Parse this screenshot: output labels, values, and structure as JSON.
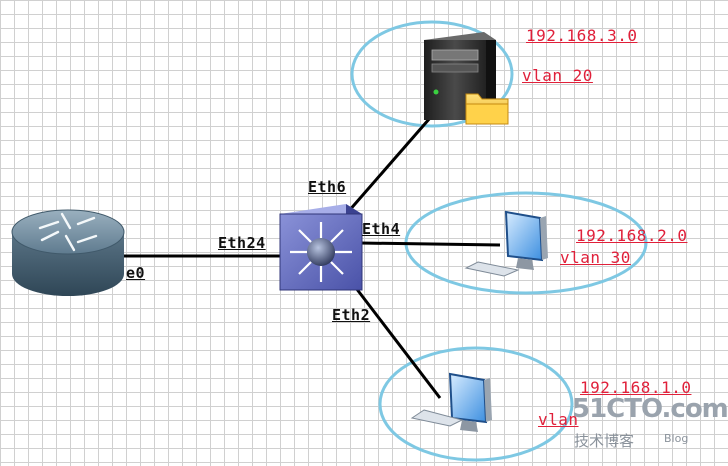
{
  "interfaces": {
    "router_port": "e0",
    "switch_router_port": "Eth24",
    "switch_server_port": "Eth6",
    "switch_pc1_port": "Eth4",
    "switch_pc2_port": "Eth2"
  },
  "segments": {
    "server": {
      "subnet": "192.168.3.0",
      "vlan": "vlan 20"
    },
    "pc1": {
      "subnet": "192.168.2.0",
      "vlan": "vlan  30"
    },
    "pc2": {
      "subnet": "192.168.1.0",
      "vlan": "vlan"
    }
  },
  "watermark": {
    "site": "51CTO.com",
    "sub_cn": "技术博客",
    "sub_en": "Blog"
  },
  "colors": {
    "ellipse": "#7ec8e3",
    "label_red": "#e0203a",
    "link": "#000000"
  }
}
